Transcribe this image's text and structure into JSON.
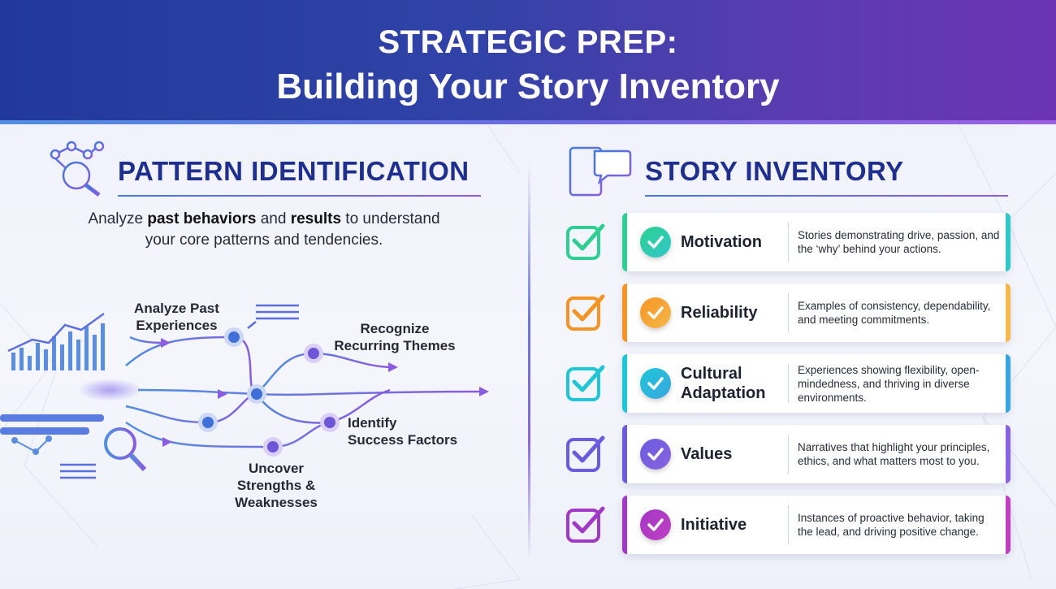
{
  "header": {
    "line1": "STRATEGIC PREP:",
    "line2": "Building Your Story Inventory"
  },
  "left": {
    "title": "PATTERN IDENTIFICATION",
    "icon": "network-search-icon",
    "intro_pre": "Analyze ",
    "intro_bold1": "past behaviors",
    "intro_mid": " and ",
    "intro_bold2": "results",
    "intro_post": " to understand",
    "intro_line2": "your core patterns and tendencies.",
    "flow": {
      "analyze_1": "Analyze Past",
      "analyze_2": "Experiences",
      "recognize_1": "Recognize",
      "recognize_2": "Recurring Themes",
      "identify_1": "Identify",
      "identify_2": "Success Factors",
      "uncover_1": "Uncover",
      "uncover_2": "Strengths &",
      "uncover_3": "Weaknesses"
    }
  },
  "right": {
    "title": "STORY INVENTORY",
    "icon": "notebook-chat-icon",
    "items": [
      {
        "name": "Motivation",
        "desc": "Stories demonstrating drive, passion, and the ‘why’ behind your actions.",
        "color": "#2ecf92",
        "color2": "#2fc8c8"
      },
      {
        "name": "Reliability",
        "desc": "Examples of consistency, dependability, and meeting commitments.",
        "color": "#f59424",
        "color2": "#f7b84a"
      },
      {
        "name": "Cultural Adaptation",
        "desc": "Experiences showing flexibility, open-mindedness, and thriving in diverse environments.",
        "color": "#1ec6d6",
        "color2": "#38a7e0"
      },
      {
        "name": "Values",
        "desc": "Narratives that highlight your principles, ethics, and what matters most to you.",
        "color": "#6a5be0",
        "color2": "#8a63e0"
      },
      {
        "name": "Initiative",
        "desc": "Instances of proactive behavior, taking the lead, and driving positive change.",
        "color": "#a238c8",
        "color2": "#c03fc0"
      }
    ]
  }
}
